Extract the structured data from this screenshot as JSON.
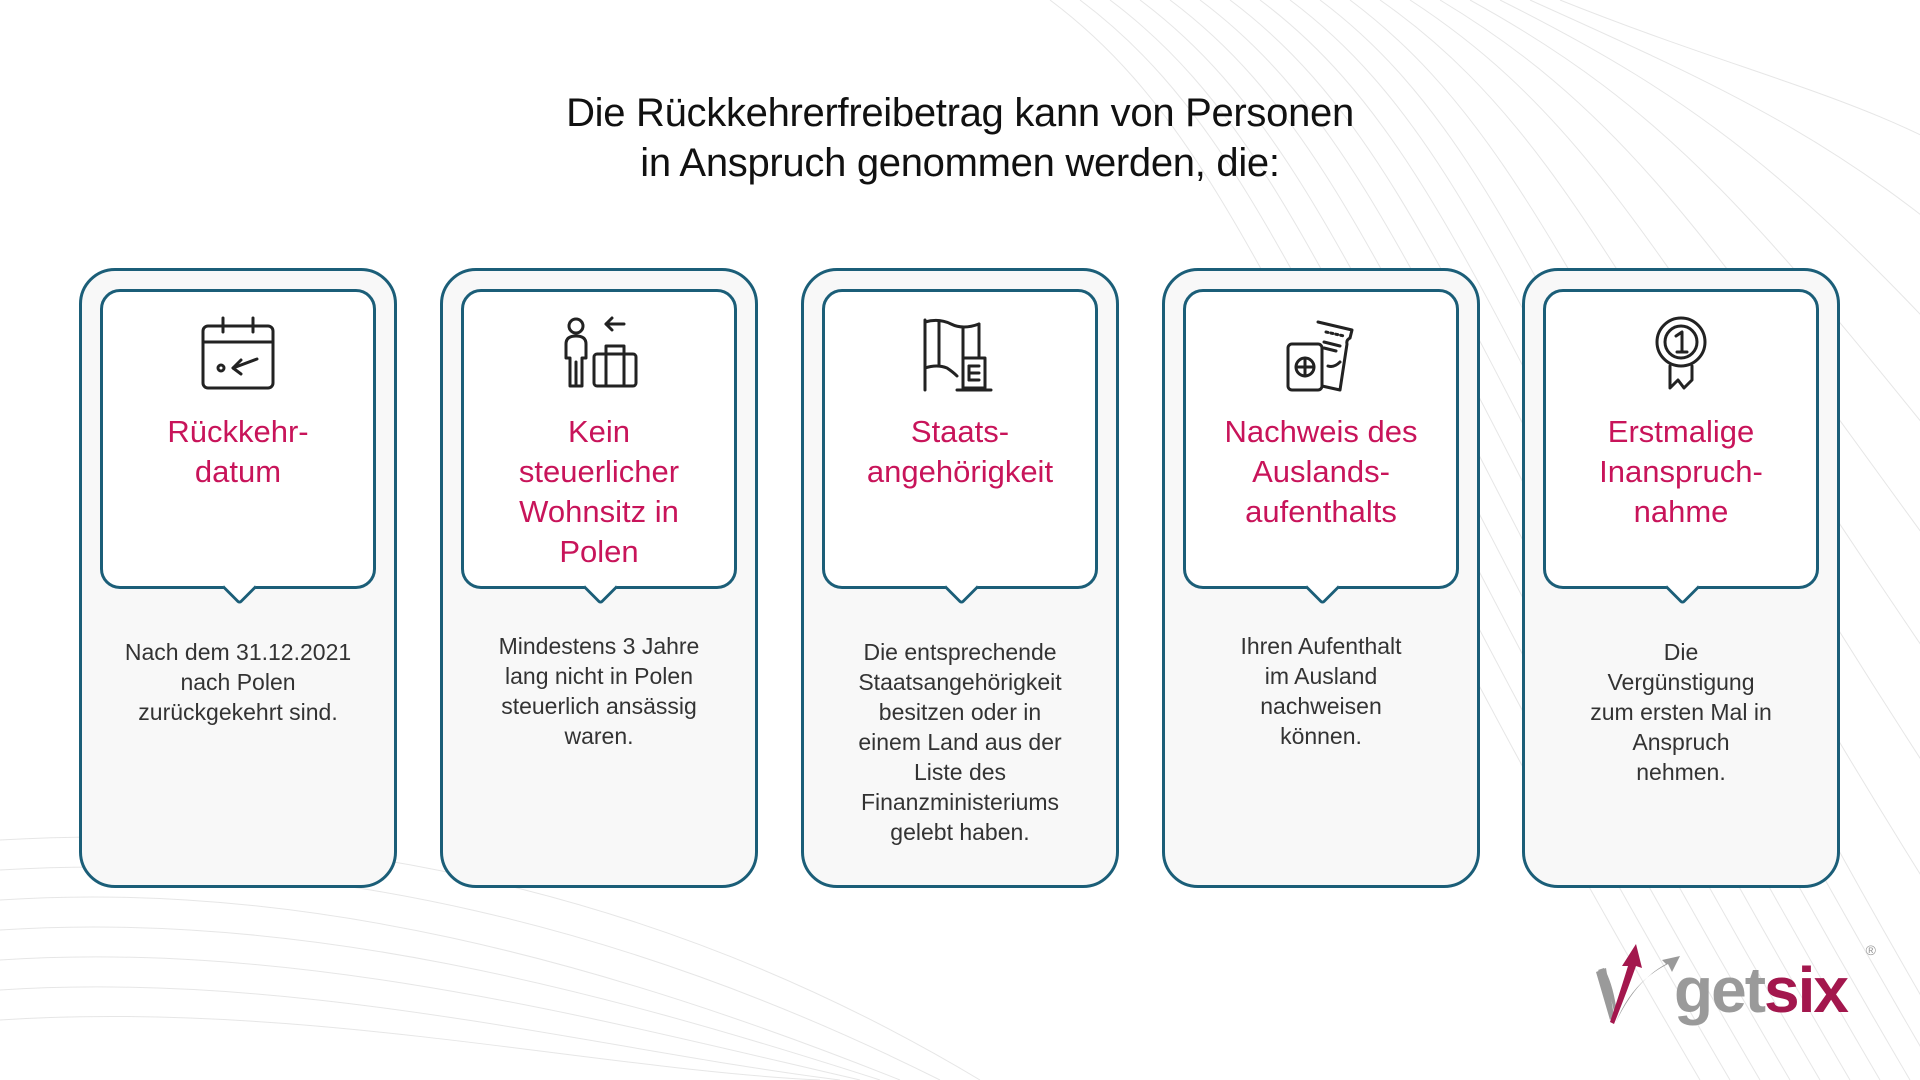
{
  "title": {
    "line1": "Die Rückkehrerfreibetrag kann von Personen",
    "line2": "in Anspruch genommen werden, die:"
  },
  "colors": {
    "border": "#1b5e78",
    "accent_title": "#c8145a",
    "body_text": "#333333",
    "logo_gray": "#9a9a9a",
    "logo_red": "#a3174d"
  },
  "cards": [
    {
      "icon": "calendar-return-icon",
      "title_lines": [
        "Rückkehr-",
        "datum"
      ],
      "desc_lines": [
        "Nach dem 31.12.2021",
        "nach Polen",
        "zurückgekehrt sind."
      ]
    },
    {
      "icon": "person-luggage-icon",
      "title_lines": [
        "Kein",
        "steuerlicher",
        "Wohnsitz in",
        "Polen"
      ],
      "desc_lines": [
        "Mindestens 3 Jahre",
        "lang nicht in Polen",
        "steuerlich ansässig",
        "waren."
      ]
    },
    {
      "icon": "flag-document-icon",
      "title_lines": [
        "Staats-",
        "angehörigkeit"
      ],
      "desc_lines": [
        "Die entsprechende",
        "Staatsangehörigkeit",
        "besitzen oder in",
        "einem Land aus der",
        "Liste des",
        "Finanzministeriums",
        "gelebt haben."
      ]
    },
    {
      "icon": "passport-ticket-icon",
      "title_lines": [
        "Nachweis des",
        "Auslands-",
        "aufenthalts"
      ],
      "desc_lines": [
        "Ihren Aufenthalt",
        "im Ausland",
        "nachweisen",
        "können."
      ]
    },
    {
      "icon": "first-place-medal-icon",
      "title_lines": [
        "Erstmalige",
        "Inanspruch-",
        "nahme"
      ],
      "desc_lines": [
        "Die",
        "Vergünstigung",
        "zum ersten Mal in",
        "Anspruch",
        "nehmen."
      ]
    }
  ],
  "logo": {
    "part1": "get",
    "part2": "six",
    "registered": "®"
  }
}
